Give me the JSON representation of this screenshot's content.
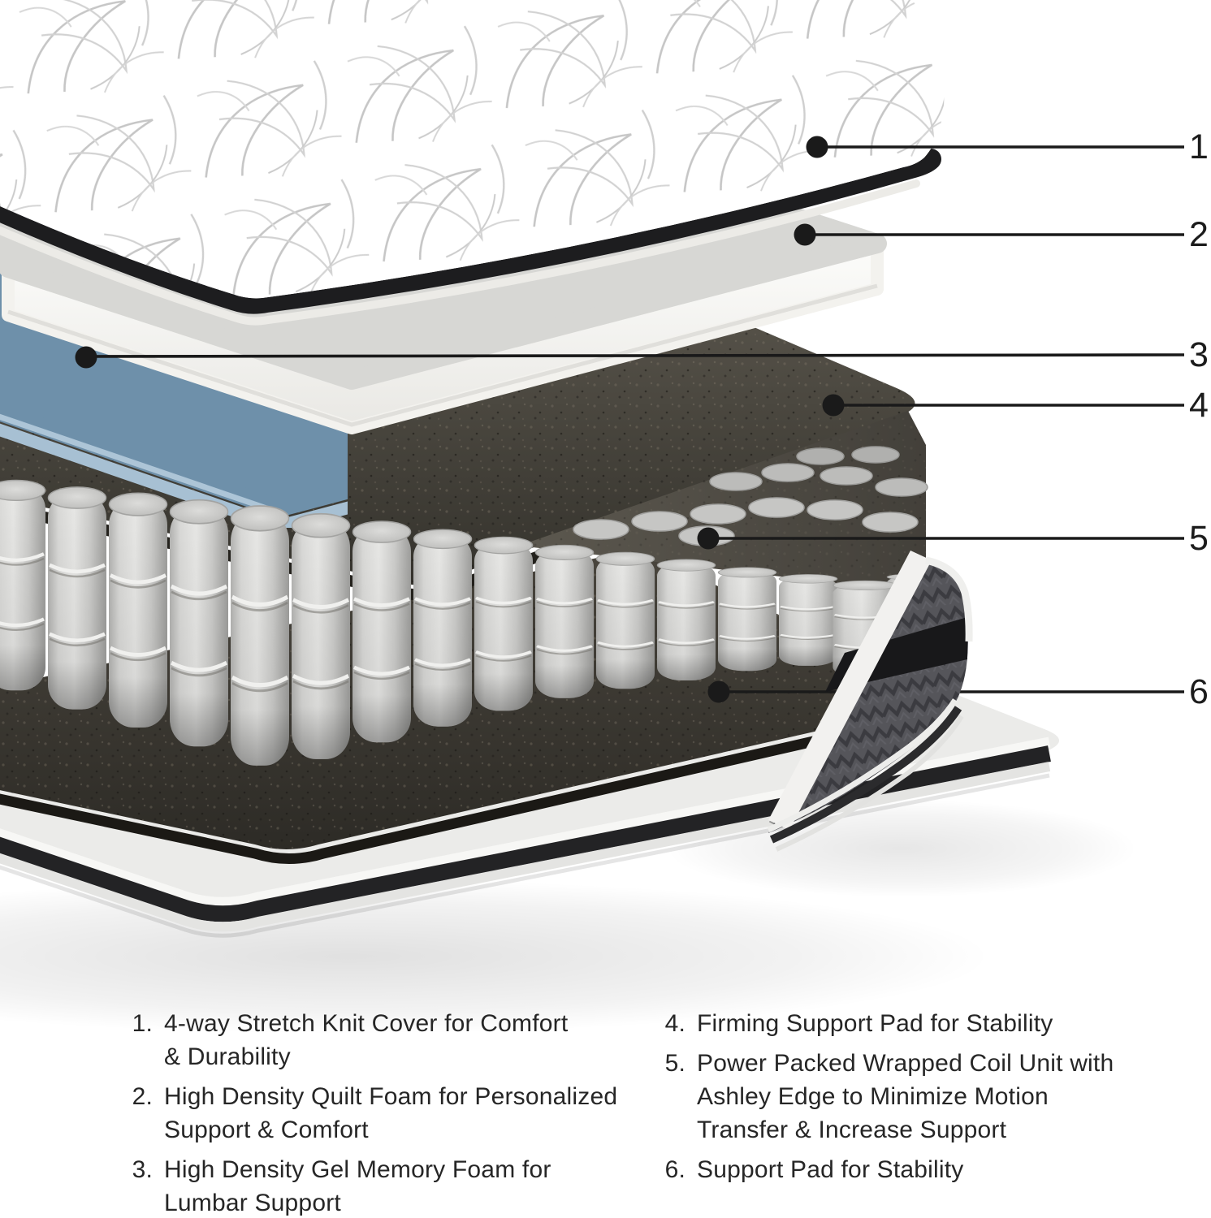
{
  "figure": {
    "type": "mattress-exploded-diagram",
    "callouts": [
      {
        "number": "1",
        "target": "stretch-knit-cover"
      },
      {
        "number": "2",
        "number_label": "2",
        "target": "quilt-foam"
      },
      {
        "number": "3",
        "target": "gel-memory-foam"
      },
      {
        "number": "4",
        "target": "firming-support-pad"
      },
      {
        "number": "5",
        "target": "wrapped-coil-unit"
      },
      {
        "number": "6",
        "target": "support-pad"
      }
    ],
    "colors": {
      "gel_foam_blue": "#6e90aa",
      "support_pad_dark": "#46433c",
      "coil_gray": "#c6c6c4",
      "callout_line": "#1a1a1a",
      "cover_edge_band": "#1d1d1f"
    }
  },
  "legend": {
    "items": [
      {
        "num": "1.",
        "text": "4-way Stretch Knit Cover for Comfort\n& Durability"
      },
      {
        "num": "2.",
        "text": "High Density Quilt Foam for Personalized\nSupport & Comfort"
      },
      {
        "num": "3.",
        "text": "High Density Gel Memory Foam for\nLumbar Support"
      },
      {
        "num": "4.",
        "text": "Firming Support Pad for Stability"
      },
      {
        "num": "5.",
        "text": "Power Packed Wrapped Coil Unit with\nAshley Edge to Minimize Motion\nTransfer & Increase Support"
      },
      {
        "num": "6.",
        "text": "Support Pad for Stability"
      }
    ]
  }
}
